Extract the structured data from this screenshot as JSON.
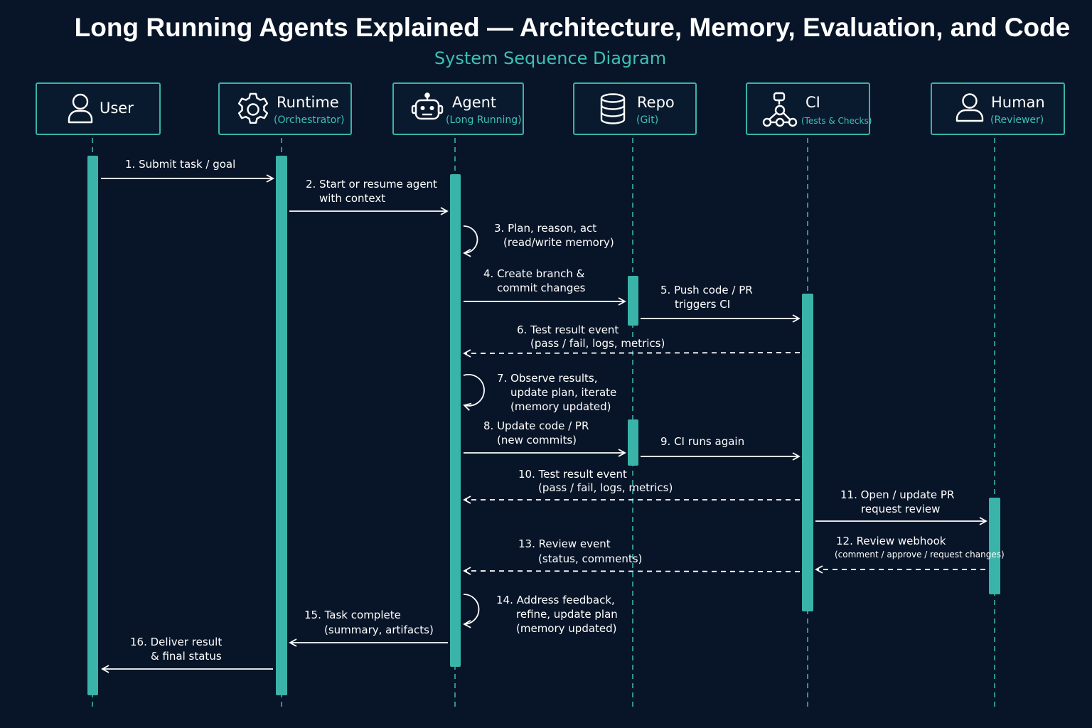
{
  "title": "Long Running Agents Explained — Architecture, Memory, Evaluation, and Code",
  "subtitle": "System Sequence Diagram",
  "colors": {
    "background": "#081528",
    "accent": "#3ab3a8",
    "accent_text": "#3ec1b4",
    "text": "#ffffff"
  },
  "participants": [
    {
      "name": "User",
      "sub": "",
      "icon": "user-icon"
    },
    {
      "name": "Runtime",
      "sub": "(Orchestrator)",
      "icon": "gear-icon"
    },
    {
      "name": "Agent",
      "sub": "(Long Running)",
      "icon": "robot-icon"
    },
    {
      "name": "Repo",
      "sub": "(Git)",
      "icon": "database-icon"
    },
    {
      "name": "CI",
      "sub": "(Tests & Checks)",
      "icon": "pipeline-icon"
    },
    {
      "name": "Human",
      "sub": "(Reviewer)",
      "icon": "user-icon"
    }
  ],
  "messages": [
    {
      "n": "1.",
      "from": "User",
      "to": "Runtime",
      "style": "solid",
      "lines": [
        "1. Submit task / goal"
      ]
    },
    {
      "n": "2.",
      "from": "Runtime",
      "to": "Agent",
      "style": "solid",
      "lines": [
        "2. Start or resume agent",
        "with context"
      ]
    },
    {
      "n": "3.",
      "from": "Agent",
      "to": "Agent",
      "style": "self",
      "lines": [
        "3. Plan, reason, act",
        "(read/write memory)"
      ]
    },
    {
      "n": "4.",
      "from": "Agent",
      "to": "Repo",
      "style": "solid",
      "lines": [
        "4. Create branch &",
        "commit changes"
      ]
    },
    {
      "n": "5.",
      "from": "Repo",
      "to": "CI",
      "style": "solid",
      "lines": [
        "5. Push code / PR",
        "triggers CI"
      ]
    },
    {
      "n": "6.",
      "from": "CI",
      "to": "Agent",
      "style": "dashed",
      "lines": [
        "6. Test result event",
        "(pass / fail, logs, metrics)"
      ]
    },
    {
      "n": "7.",
      "from": "Agent",
      "to": "Agent",
      "style": "self",
      "lines": [
        "7. Observe results,",
        "update plan, iterate",
        "(memory updated)"
      ]
    },
    {
      "n": "8.",
      "from": "Agent",
      "to": "Repo",
      "style": "solid",
      "lines": [
        "8. Update code / PR",
        "(new commits)"
      ]
    },
    {
      "n": "9.",
      "from": "Repo",
      "to": "CI",
      "style": "solid",
      "lines": [
        "9. CI runs again"
      ]
    },
    {
      "n": "10.",
      "from": "CI",
      "to": "Agent",
      "style": "dashed",
      "lines": [
        "10. Test result event",
        "(pass / fail, logs, metrics)"
      ]
    },
    {
      "n": "11.",
      "from": "CI",
      "to": "Human",
      "style": "solid",
      "lines": [
        "11. Open / update PR",
        "request review"
      ]
    },
    {
      "n": "12.",
      "from": "Human",
      "to": "CI",
      "style": "dashed",
      "lines": [
        "12. Review webhook",
        "(comment / approve / request changes)"
      ]
    },
    {
      "n": "13.",
      "from": "CI",
      "to": "Agent",
      "style": "dashed",
      "lines": [
        "13. Review event",
        "(status, comments)"
      ]
    },
    {
      "n": "14.",
      "from": "Agent",
      "to": "Agent",
      "style": "self",
      "lines": [
        "14. Address feedback,",
        "refine, update plan",
        "(memory updated)"
      ]
    },
    {
      "n": "15.",
      "from": "Agent",
      "to": "Runtime",
      "style": "solid",
      "lines": [
        "15. Task complete",
        "(summary, artifacts)"
      ]
    },
    {
      "n": "16.",
      "from": "Runtime",
      "to": "User",
      "style": "solid",
      "lines": [
        "16. Deliver result",
        "& final status"
      ]
    }
  ]
}
